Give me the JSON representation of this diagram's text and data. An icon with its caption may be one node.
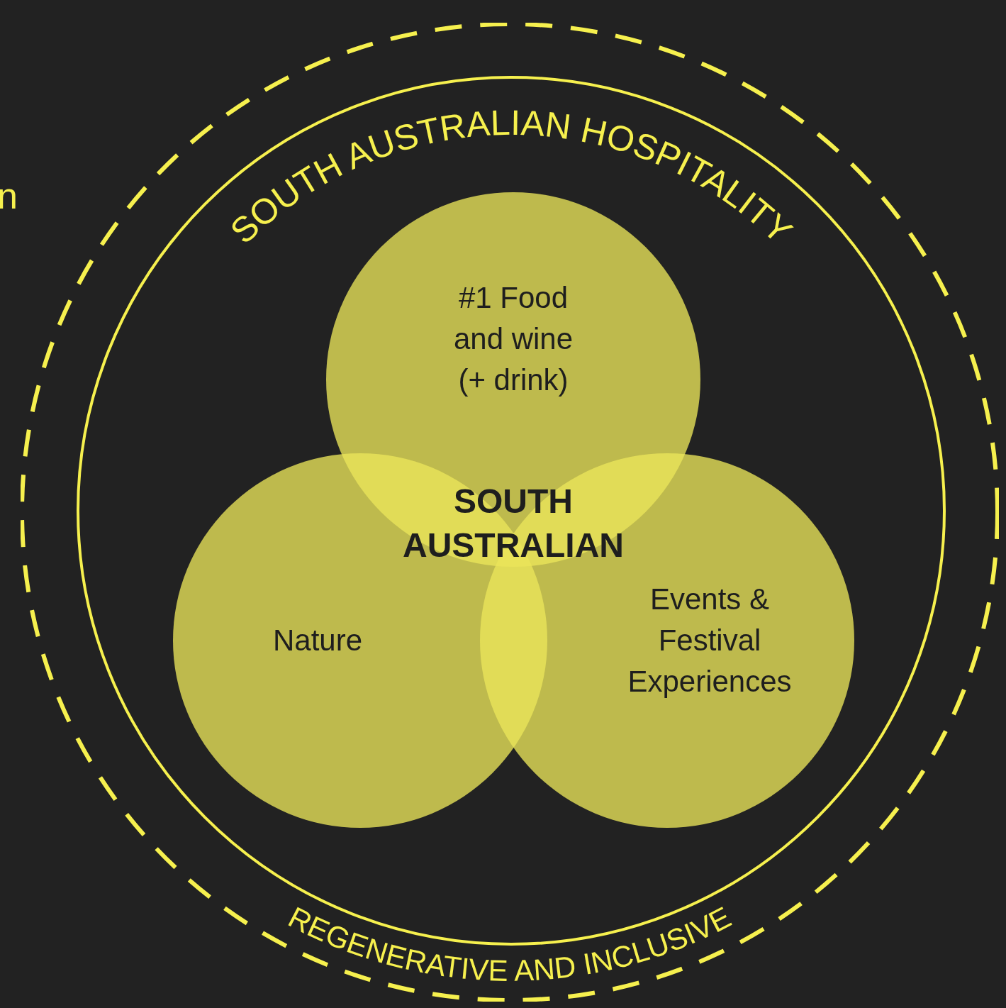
{
  "diagram": {
    "nodes": [
      {
        "text": [
          "REGENERATIVE AND INCLUSIVE"
        ]
      },
      {
        "text": [
          "SOUTH AUSTRALIAN HOSPITALITY"
        ],
        "in": 0
      },
      {
        "text": [
          "#1 Food and wine (+ drink)"
        ],
        "in": 1
      },
      {
        "text": [
          "Nature"
        ],
        "in": 1
      },
      {
        "text": [
          "Events & Festival Experiences"
        ],
        "in": 1
      }
    ],
    "labels": [
      "SOUTH AUSTRALIAN",
      "n"
    ]
  }
}
